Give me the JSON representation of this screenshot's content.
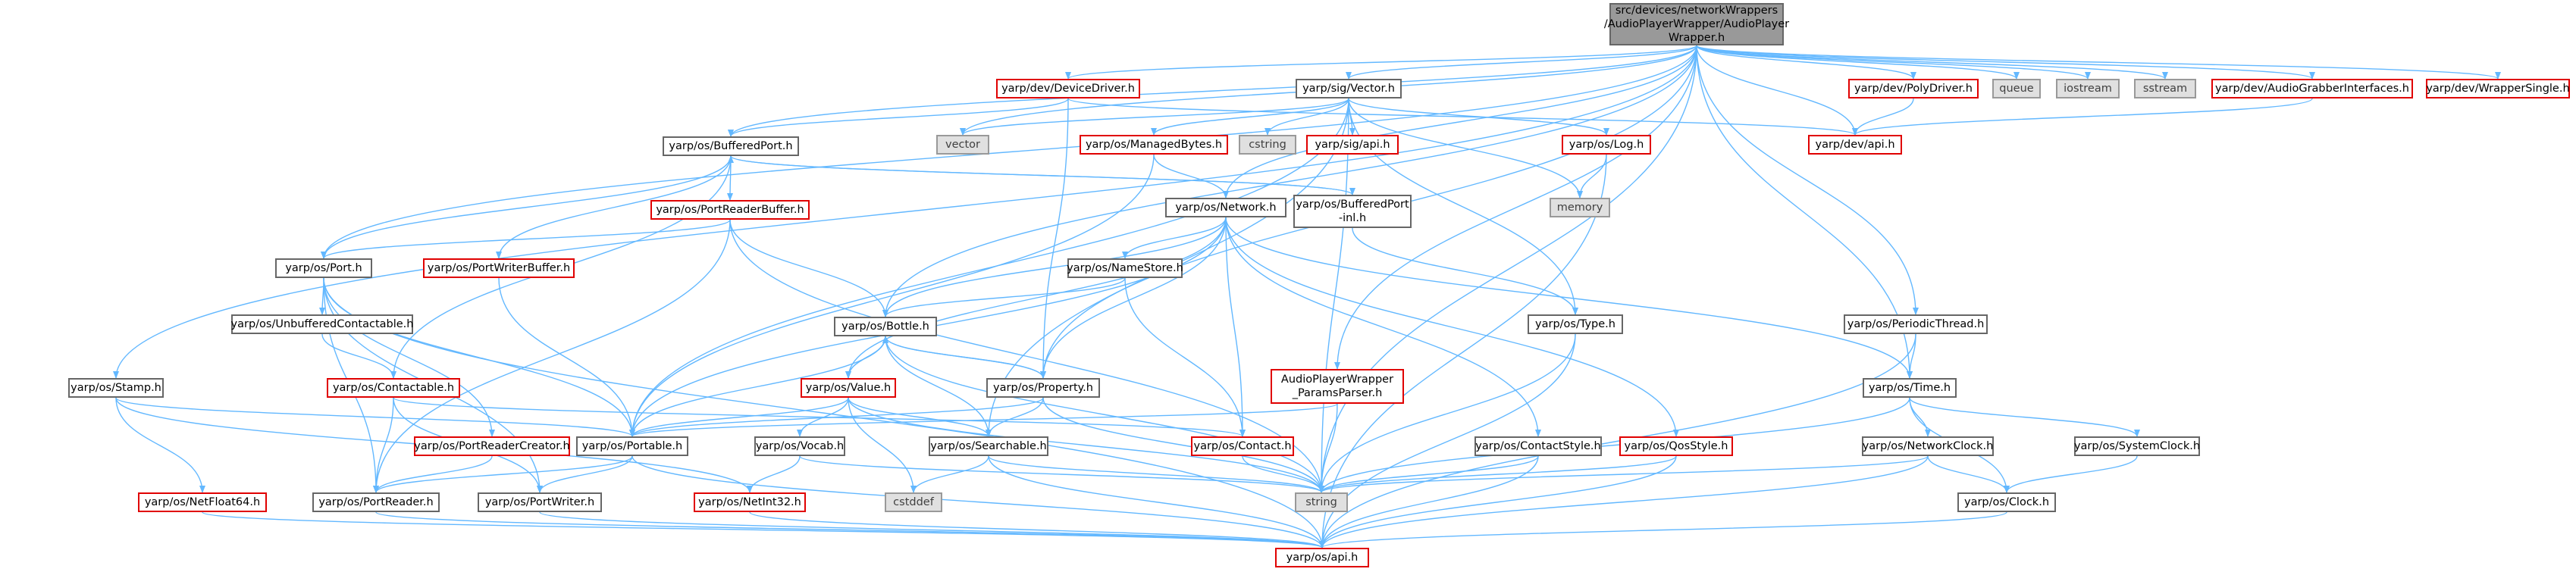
{
  "colors": {
    "edge": "#63b8ff",
    "edge_dark": "#404040",
    "node_border": "#666666",
    "node_border_incomplete": "#e00000",
    "system_header_fill": "#e0e0e0",
    "root_fill": "#999999"
  },
  "nodes": {
    "root": "src/devices/networkWrappers\n/AudioPlayerWrapper/AudioPlayer\nWrapper.h",
    "devicedriver": "yarp/dev/DeviceDriver.h",
    "sigvector": "yarp/sig/Vector.h",
    "polydriver": "yarp/dev/PolyDriver.h",
    "queue": "queue",
    "iostream": "iostream",
    "sstream": "sstream",
    "audiograbber": "yarp/dev/AudioGrabberInterfaces.h",
    "wrappersingle": "yarp/dev/WrapperSingle.h",
    "vector": "vector",
    "cstring": "cstring",
    "sigapi": "yarp/sig/api.h",
    "managedbytes": "yarp/os/ManagedBytes.h",
    "log": "yarp/os/Log.h",
    "devapi": "yarp/dev/api.h",
    "memory": "memory",
    "bufferedport": "yarp/os/BufferedPort.h",
    "portreaderbuffer": "yarp/os/PortReaderBuffer.h",
    "network": "yarp/os/Network.h",
    "bufferedportinl": "yarp/os/BufferedPort\n-inl.h",
    "port": "yarp/os/Port.h",
    "portwriterbuffer": "yarp/os/PortWriterBuffer.h",
    "namestore": "yarp/os/NameStore.h",
    "unbufferedcontactable": "yarp/os/UnbufferedContactable.h",
    "bottle": "yarp/os/Bottle.h",
    "type": "yarp/os/Type.h",
    "periodicthread": "yarp/os/PeriodicThread.h",
    "stamp": "yarp/os/Stamp.h",
    "contactable": "yarp/os/Contactable.h",
    "value": "yarp/os/Value.h",
    "property": "yarp/os/Property.h",
    "audioparams": "AudioPlayerWrapper\n_ParamsParser.h",
    "time": "yarp/os/Time.h",
    "portreadercreator": "yarp/os/PortReaderCreator.h",
    "portable": "yarp/os/Portable.h",
    "vocab": "yarp/os/Vocab.h",
    "searchable": "yarp/os/Searchable.h",
    "contact": "yarp/os/Contact.h",
    "contactstyle": "yarp/os/ContactStyle.h",
    "qosstyle": "yarp/os/QosStyle.h",
    "networkclock": "yarp/os/NetworkClock.h",
    "systemclock": "yarp/os/SystemClock.h",
    "netfloat64": "yarp/os/NetFloat64.h",
    "portreader": "yarp/os/PortReader.h",
    "portwriter": "yarp/os/PortWriter.h",
    "netint32": "yarp/os/NetInt32.h",
    "cstddef": "cstddef",
    "string": "string",
    "clock": "yarp/os/Clock.h",
    "osapi": "yarp/os/api.h"
  }
}
